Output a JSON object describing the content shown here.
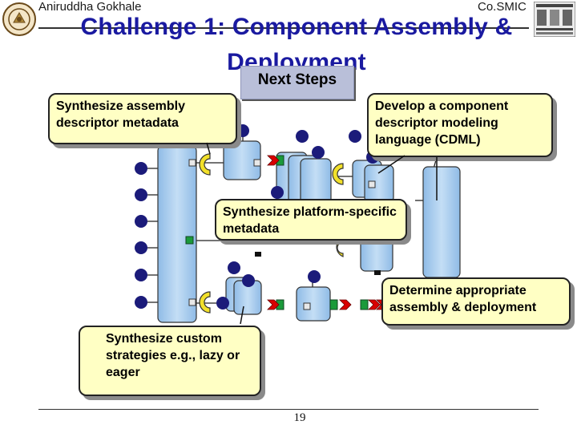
{
  "header": {
    "author": "Aniruddha Gokhale",
    "brand": "Co.SMIC",
    "title_line1": "Challenge 1: Component Assembly &",
    "title_line2": "Deployment"
  },
  "next_steps": {
    "label": "Next Steps"
  },
  "callouts": {
    "synthesize_assembly": "Synthesize assembly descriptor metadata",
    "develop_cdml": "Develop a component descriptor modeling language (CDML)",
    "platform_specific": "Synthesize platform-specific metadata",
    "determine": "Determine appropriate assembly & deployment",
    "custom_strategies": "Synthesize custom strategies e.g., lazy or eager"
  },
  "footer": {
    "page_number": "19"
  },
  "colors": {
    "title": "#1a1aa0",
    "component_fill": "#a9cdf0",
    "port": "#1b1b7a",
    "callout_fill": "#ffffc4",
    "next_steps_fill": "#b9bfd9",
    "event_red": "#d90000",
    "event_green": "#1a9a3a",
    "receptacle_yellow": "#f2e02a"
  },
  "icons": {
    "left_logo": "university-seal-icon",
    "right_logo": "dre-institute-logo-icon"
  }
}
